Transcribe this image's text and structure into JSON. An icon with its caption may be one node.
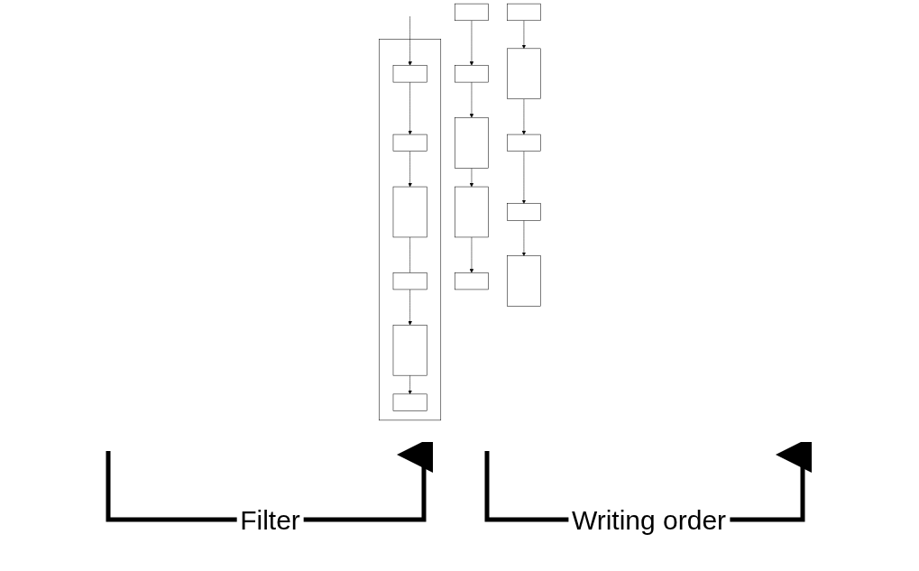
{
  "diagram": {
    "nodes": [
      {
        "text": [],
        "shape": "box"
      },
      {
        "text": [],
        "shape": "box",
        "in": 0
      },
      {
        "text": [],
        "shape": "box",
        "in": 0
      },
      {
        "text": [],
        "shape": "bar",
        "in": 0
      },
      {
        "text": [],
        "shape": "box",
        "in": 0
      },
      {
        "text": [],
        "shape": "box",
        "in": 0
      },
      {
        "text": [],
        "shape": "bar",
        "in": 0
      },
      {
        "text": [],
        "shape": "box"
      },
      {
        "text": [],
        "shape": "box"
      },
      {
        "text": [],
        "shape": "bar"
      },
      {
        "text": [],
        "shape": "box"
      },
      {
        "text": [],
        "shape": "bar"
      },
      {
        "text": [],
        "shape": "box"
      },
      {
        "text": [],
        "shape": "bar"
      },
      {
        "text": [],
        "shape": "box"
      },
      {
        "text": [],
        "shape": "box"
      },
      {
        "text": [],
        "shape": "bar"
      }
    ],
    "edges": [
      {
        "from": null,
        "to": 1,
        "arrow": "to"
      },
      {
        "from": 1,
        "to": 2,
        "arrow": "to"
      },
      {
        "from": 2,
        "to": 3,
        "arrow": "to"
      },
      {
        "from": 3,
        "to": 4,
        "arrow": "none"
      },
      {
        "from": 4,
        "to": 6,
        "arrow": "to"
      },
      {
        "from": 6,
        "to": 5,
        "arrow": "to"
      },
      {
        "from": 7,
        "to": 8,
        "arrow": "to"
      },
      {
        "from": 8,
        "to": 9,
        "arrow": "to"
      },
      {
        "from": 9,
        "to": 11,
        "arrow": "to"
      },
      {
        "from": 11,
        "to": 10,
        "arrow": "to"
      },
      {
        "from": 12,
        "to": 13,
        "arrow": "to"
      },
      {
        "from": 13,
        "to": 14,
        "arrow": "to"
      },
      {
        "from": 14,
        "to": 15,
        "arrow": "to"
      },
      {
        "from": 15,
        "to": 16,
        "arrow": "to"
      }
    ],
    "labels": [
      "Filter",
      "Writing order"
    ]
  }
}
